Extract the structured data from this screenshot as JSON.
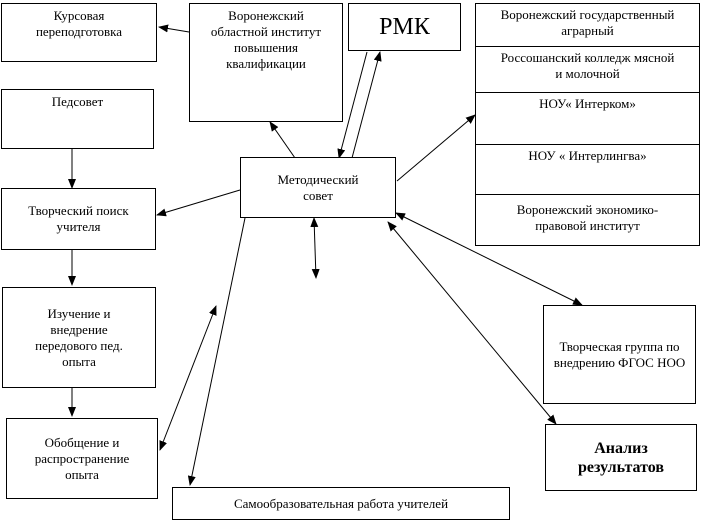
{
  "nodes": {
    "course": "Курсовая переподготовка",
    "institute": "Воронежский областной институт повышения квалификации",
    "rmk": "РМК",
    "pedsovet": "Педсовет",
    "search": "Творческий поиск учителя",
    "study": "Изучение и внедрение передового пед. опыта",
    "generalize": "Обобщение и распространение опыта",
    "selfedu": "Самообразовательная работа учителей",
    "council": "Методический совет",
    "group": "Творческая группа по внедрению ФГОС НОО",
    "analysis": "Анализ результатов"
  },
  "partners": [
    "Воронежский государственный аграрный",
    "Россошанский колледж мясной и молочной",
    "НОУ« Интерком»",
    "НОУ « Интерлингва»",
    "Воронежский экономико-правовой институт"
  ]
}
